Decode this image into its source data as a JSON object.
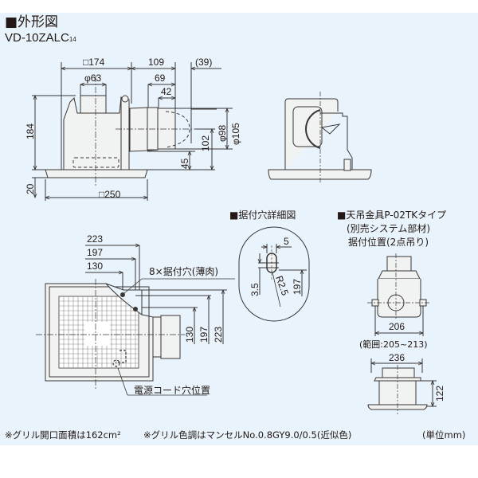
{
  "header": {
    "title": "■外形図",
    "model": "VD-10ZALC",
    "model_suffix": "14"
  },
  "front_view": {
    "dims": {
      "width_top": "□174",
      "duct_offset": "109",
      "duct_extra": "(39)",
      "outlet_dia": "φ63",
      "d69": "69",
      "d42": "42",
      "height_body": "184",
      "height_grille": "20",
      "grille_width": "□250",
      "duct_d98": "φ98",
      "duct_d105": "φ105",
      "d102": "102",
      "d45": "45"
    }
  },
  "plan_view": {
    "dims": {
      "h223": "223",
      "h197": "197",
      "h130": "130",
      "v130": "130",
      "v197": "197",
      "v223": "223"
    },
    "mount_holes_label": "8×据付穴(薄肉)",
    "power_cord_label": "電源コード穴位置"
  },
  "hole_detail": {
    "title": "■据付穴詳細図",
    "d5": "5",
    "d35": "3.5",
    "r25": "R2.5",
    "d197": "197"
  },
  "hanger": {
    "title_line1": "■天吊金具P-02TKタイプ",
    "title_line2": "(別売システム部材)",
    "title_line3": "据付位置(2点吊り)",
    "d206": "206",
    "range": "(範囲:205~213)",
    "d236": "236",
    "d122": "122"
  },
  "notes": {
    "grille_area": "※グリル開口面積は162cm²",
    "grille_color": "※グリル色調はマンセルNo.0.8GY9.0/0.5(近似色)",
    "unit": "(単位mm)"
  },
  "colors": {
    "panel_bg": "#e8f3fb",
    "line": "#3a3634",
    "body_fill": "#f1f3f2"
  }
}
